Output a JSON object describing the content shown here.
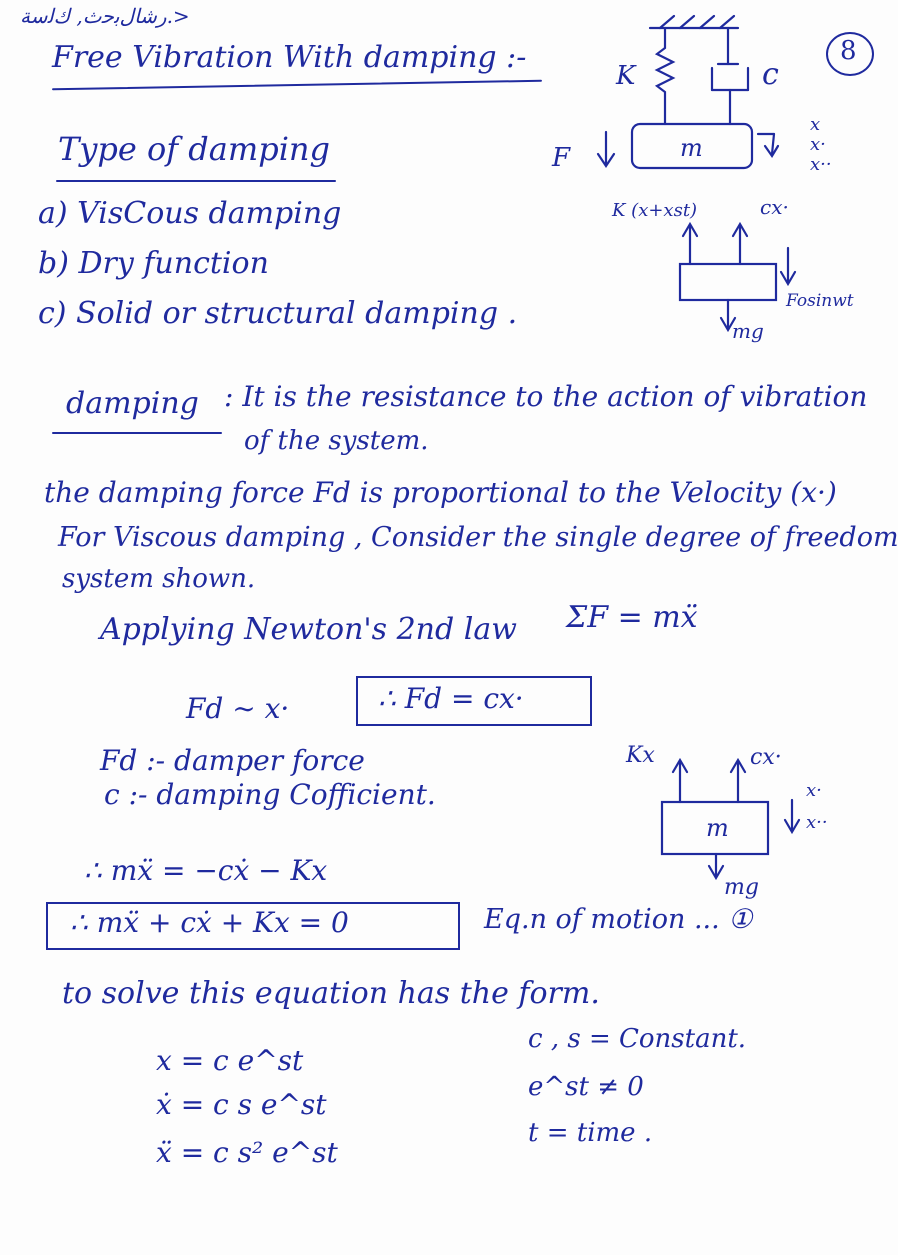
{
  "header": {
    "scribble": "ﺭﺷﺎﻝﺑﺣﺙ, ﻙﻟﺳﺔ.>",
    "title": "Free Vibration With damping :-",
    "page_number": "8"
  },
  "types": {
    "heading": "Type of damping",
    "items": [
      "a) VisCous damping",
      "b) Dry function",
      "c) Solid or structural damping ."
    ]
  },
  "figure1": {
    "spring_label": "K",
    "damper_label": "c",
    "mass_label": "m",
    "force_label": "F",
    "disp_labels": [
      "x",
      "x·",
      "x··"
    ],
    "fbd_spring": "K (x+xst)",
    "fbd_damper": "cx·",
    "fbd_force": "Fosinwt",
    "fbd_weight": "mg"
  },
  "definition": {
    "term": "damping",
    "line1": ": It is the resistance to the action of vibration",
    "line2": "of the system."
  },
  "paragraph": [
    "the damping force Fd is proportional to the Velocity (x·)",
    "For Viscous damping , Consider the single degree of freedom",
    "system shown."
  ],
  "newton": {
    "text": "Applying Newton's 2nd law",
    "equation": "ΣF = mẍ"
  },
  "prop": {
    "relation": "Fd ∼ x·",
    "boxed": "∴ Fd = cx·"
  },
  "defs": [
    "Fd :- damper force",
    "c :- damping Cofficient."
  ],
  "figure2": {
    "spring": "Kx",
    "damper": "cx·",
    "mass": "m",
    "disp_labels": [
      "x·",
      "x··"
    ],
    "weight": "mg"
  },
  "eq1": "∴  mẍ = −cẋ − Kx",
  "eq_boxed": "∴  mẍ + cẋ + Kx = 0",
  "eq_label": "Eq.n of motion ... ①",
  "solve_text": "to solve this equation has the form.",
  "solution": [
    "x = c e^st",
    "ẋ = c s e^st",
    "ẍ = c s² e^st"
  ],
  "notes": [
    "c , s = Constant.",
    "e^st ≠ 0",
    "t = time ."
  ]
}
